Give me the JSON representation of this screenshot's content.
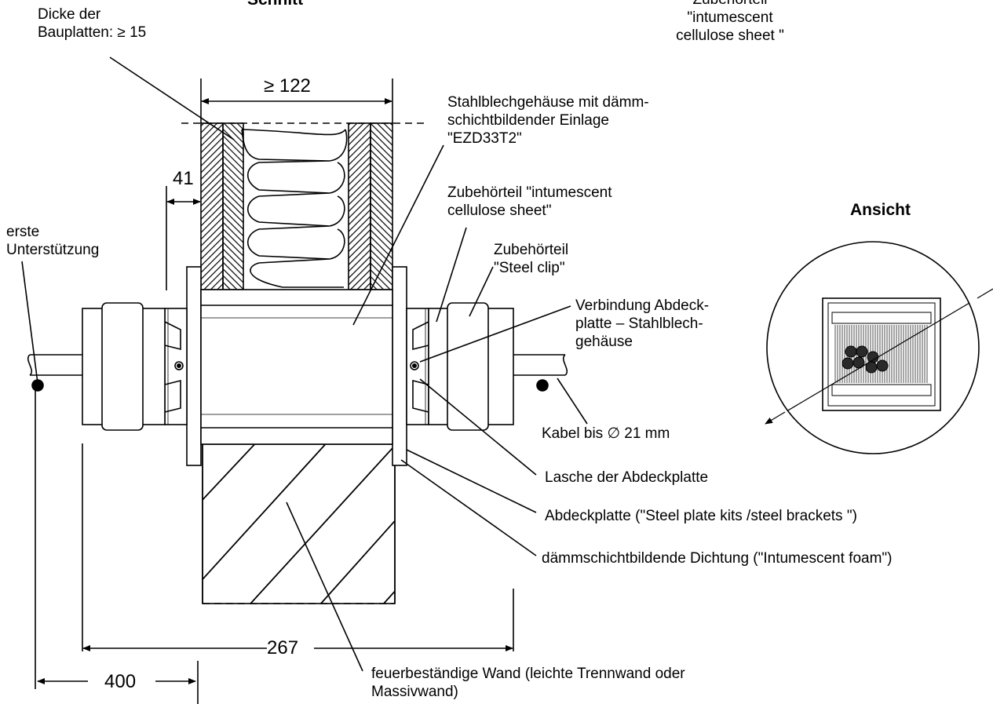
{
  "titles": {
    "section": "Schnitt",
    "view": "Ansicht"
  },
  "dimensions": {
    "d122": "≥ 122",
    "d41": "41",
    "d267": "267",
    "d400": "400"
  },
  "labels": {
    "board_thickness": [
      "Dicke der",
      "Bauplatten: ≥ 15"
    ],
    "top_right_accessory": [
      "Zubehörteil",
      "\"intumescent",
      "cellulose sheet \""
    ],
    "housing": [
      "Stahlblechgehäuse mit dämm-",
      "schichtbildender Einlage",
      "\"EZD33T2\""
    ],
    "cellulose_sheet": [
      "Zubehörteil \"intumescent",
      "cellulose sheet\""
    ],
    "steel_clip": [
      "Zubehörteil",
      "\"Steel clip\""
    ],
    "first_support": [
      "erste",
      "Unterstützung"
    ],
    "connection": [
      "Verbindung Abdeck-",
      "platte – Stahlblech-",
      "gehäuse"
    ],
    "cable": "Kabel bis ∅ 21 mm",
    "tab": "Lasche der Abdeckplatte",
    "cover_plate": "Abdeckplatte (\"Steel plate kits /steel brackets \")",
    "seal": "dämmschichtbildende Dichtung (\"Intumescent foam\")",
    "wall": [
      "feuerbeständige Wand (leichte Trennwand oder",
      "Massivwand)"
    ]
  },
  "colors": {
    "line": "#000000",
    "fill": "#ffffff",
    "cable_fill": "#2a2a2a"
  }
}
